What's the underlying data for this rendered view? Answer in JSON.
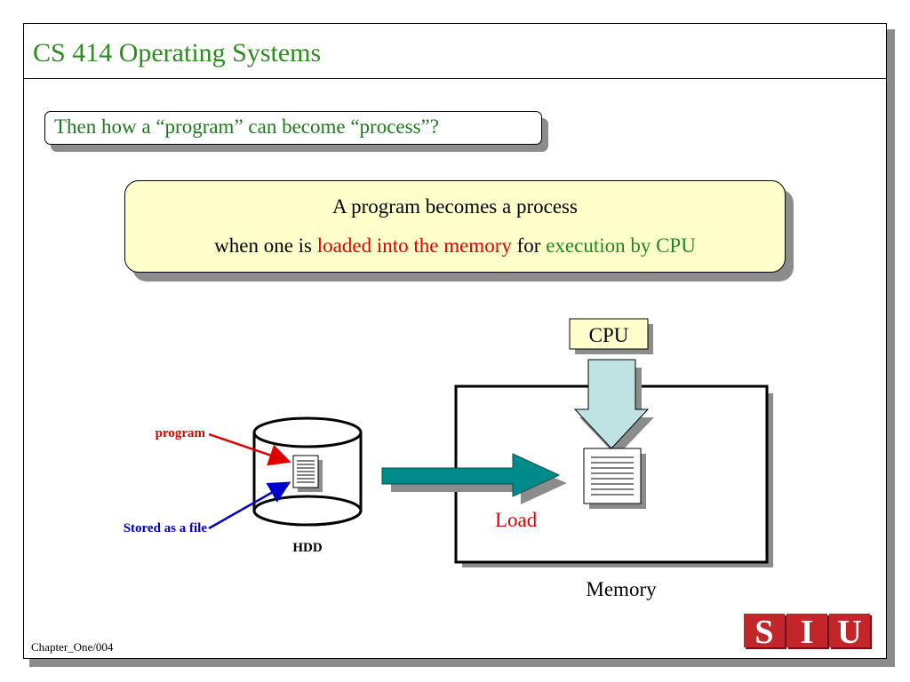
{
  "slide": {
    "title": "CS 414 Operating Systems",
    "question": "Then how a “program” can become “process”?",
    "definition": {
      "line1": "A program becomes a process",
      "line2_part1": "when one is ",
      "line2_red": "loaded into the memory",
      "line2_part2": " for ",
      "line2_green": "execution by CPU"
    },
    "diagram": {
      "cpu_label": "CPU",
      "memory_label": "Memory",
      "load_label": "Load",
      "hdd_label": "HDD",
      "program_label": "program",
      "stored_label": "Stored as a file"
    },
    "footer": "Chapter_One/004",
    "logo_letters": [
      "S",
      "I",
      "U"
    ]
  },
  "colors": {
    "title_green": "#2e8b22",
    "red": "#e00000",
    "blue": "#0000cc",
    "arrow_teal": "#008b8b",
    "cpu_arrow": "#bfe3e3",
    "definition_bg": "#ffffcc",
    "logo_red": "#c0262a"
  }
}
